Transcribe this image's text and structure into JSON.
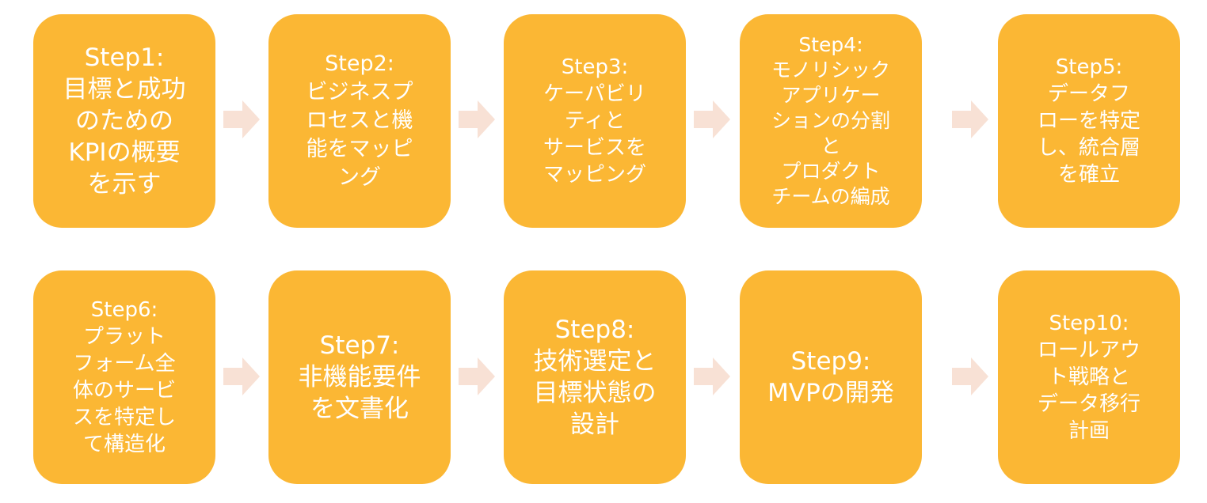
{
  "steps": [
    {
      "lines": [
        "Step1:",
        "目標と成功",
        "のための",
        "KPIの概要",
        "を示す"
      ]
    },
    {
      "lines": [
        "Step2:",
        "ビジネスプ",
        "ロセスと機",
        "能をマッピ",
        "ング"
      ]
    },
    {
      "lines": [
        "Step3:",
        "ケーパビリ",
        "ティと",
        "サービスを",
        "マッピング"
      ]
    },
    {
      "lines": [
        "Step4:",
        "モノリシック",
        "アプリケー",
        "ションの分割",
        "と",
        "プロダクト",
        "チームの編成"
      ]
    },
    {
      "lines": [
        "Step5:",
        "データフ",
        "ローを特定",
        "し、統合層",
        "を確立"
      ]
    },
    {
      "lines": [
        "Step6:",
        "プラット",
        "フォーム全",
        "体のサービ",
        "スを特定し",
        "て構造化"
      ]
    },
    {
      "lines": [
        "Step7:",
        "非機能要件",
        "を文書化"
      ]
    },
    {
      "lines": [
        "Step8:",
        "技術選定と",
        "目標状態の",
        "設計"
      ]
    },
    {
      "lines": [
        "Step9:",
        "MVPの開発"
      ]
    },
    {
      "lines": [
        "Step10:",
        "ロールアウ",
        "ト戦略と",
        "データ移行",
        "計画"
      ]
    }
  ],
  "colors": {
    "box": "#FBB734",
    "text": "#FFFFFF",
    "arrow": "#F8E1D5"
  }
}
